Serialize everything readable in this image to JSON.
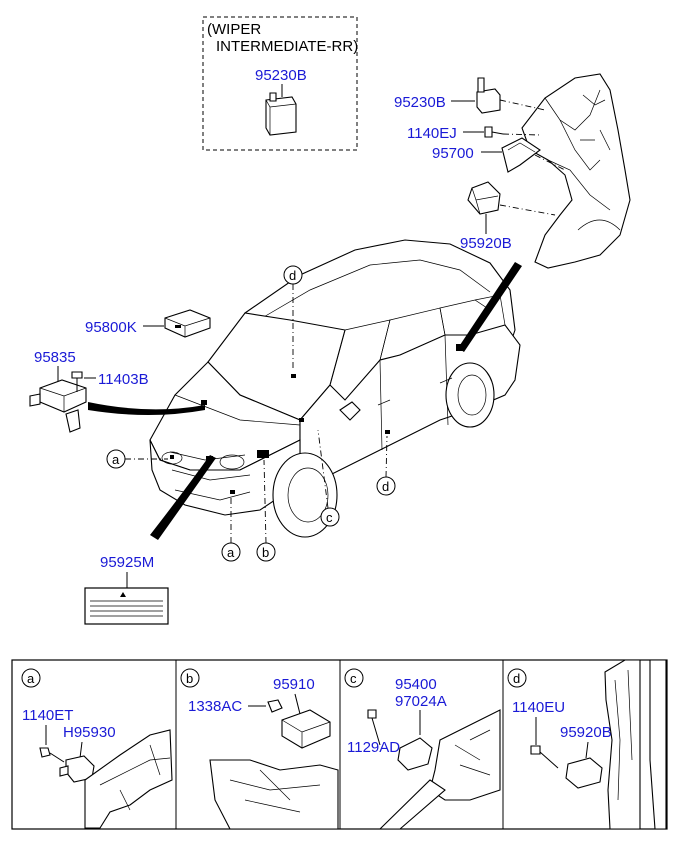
{
  "inset": {
    "line1": "(WIPER",
    "line2": "INTERMEDIATE-RR)",
    "part": "95230B"
  },
  "main_labels": {
    "p95230B": "95230B",
    "p1140EJ": "1140EJ",
    "p95700": "95700",
    "p95920B": "95920B",
    "p95800K": "95800K",
    "p95835": "95835",
    "p11403B": "11403B",
    "p95925M": "95925M"
  },
  "callouts": {
    "a": "a",
    "b": "b",
    "c": "c",
    "d": "d"
  },
  "panels": [
    {
      "letter": "a",
      "labels": [
        "1140ET",
        "H95930"
      ]
    },
    {
      "letter": "b",
      "labels": [
        "1338AC",
        "95910"
      ]
    },
    {
      "letter": "c",
      "labels": [
        "95400",
        "97024A",
        "1129AD"
      ]
    },
    {
      "letter": "d",
      "labels": [
        "1140EU",
        "95920B"
      ]
    }
  ]
}
